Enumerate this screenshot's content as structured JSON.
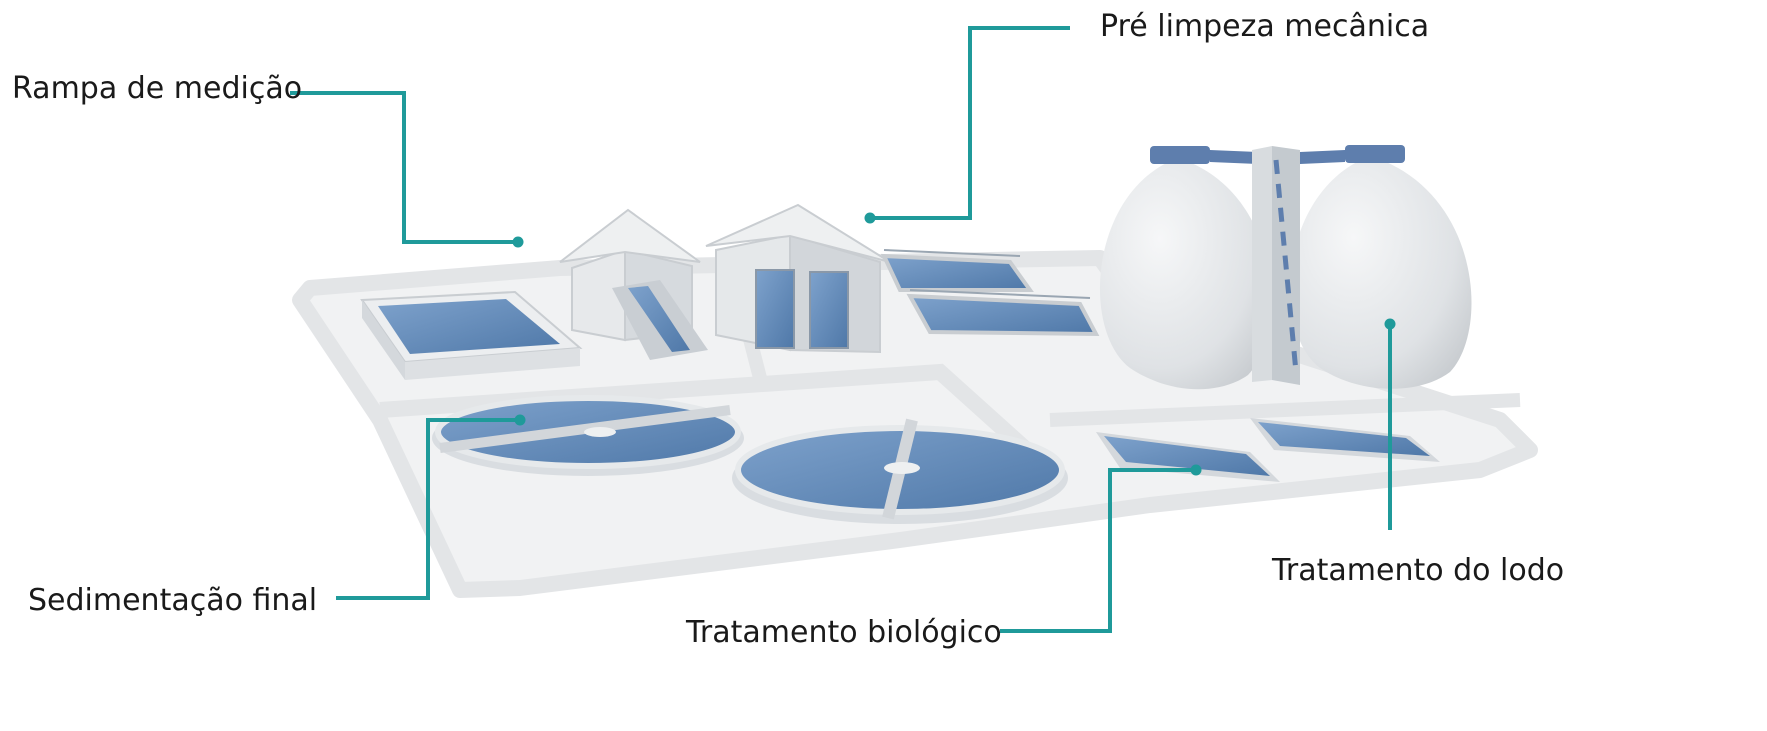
{
  "labels": {
    "rampa": "Rampa de medição",
    "pre_limpeza": "Pré limpeza mecânica",
    "sedimentacao": "Sedimentação final",
    "biologico": "Tratamento biológico",
    "lodo": "Tratamento do lodo"
  },
  "colors": {
    "leader": "#1f9a9a",
    "water": "#5b84b4",
    "structure": "#e4e7ea",
    "ground": "#e2e4e6",
    "shadow": "#c4c8cc"
  }
}
